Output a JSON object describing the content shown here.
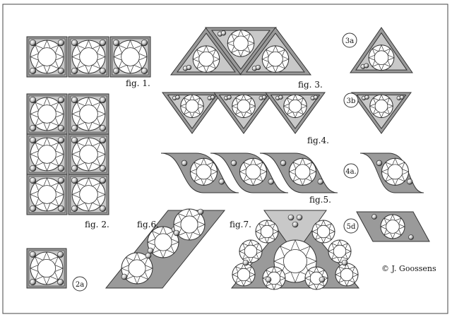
{
  "labels": {
    "fig1": "fig. 1.",
    "fig2": "fig. 2.",
    "fig3": "fig. 3.",
    "fig4": "fig.4.",
    "fig5": "fig.5.",
    "fig6": "fig.6.",
    "fig7": "fig.7.",
    "l2a": "2a",
    "l3a": "3a",
    "l3b": "3b",
    "l4a": "4a.",
    "l5d": "5d",
    "copyright": "© J. Goossens"
  },
  "colors": {
    "stroke": "#333333",
    "fill_gray": "#9a9a9a",
    "fill_light": "#c8c8c8",
    "fill_white": "#ffffff",
    "frame": "#444444"
  }
}
